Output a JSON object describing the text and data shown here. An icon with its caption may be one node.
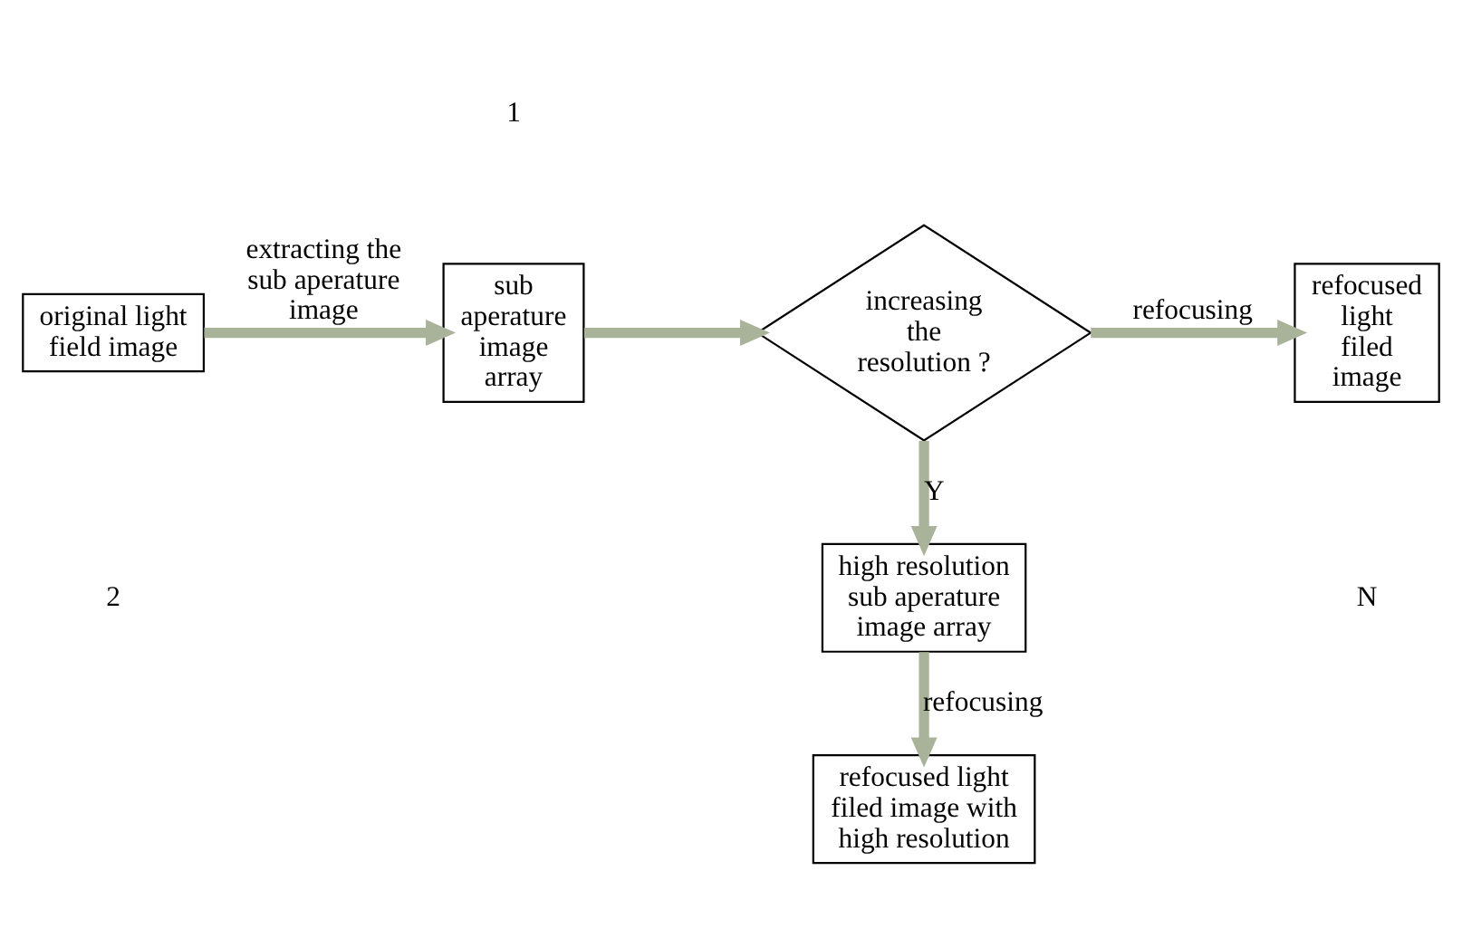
{
  "diagram": {
    "nodes": [
      {
        "text": [
          "original light field image"
        ]
      },
      {
        "text": [
          "sub aperature image array"
        ]
      },
      {
        "text": [
          "increasing the resolution ?"
        ]
      },
      {
        "text": [
          "refocused light filed image"
        ]
      },
      {
        "text": [
          "high resolution sub aperature image array"
        ]
      },
      {
        "text": [
          "refocused light filed image with high resolution"
        ]
      }
    ],
    "edges": [
      {
        "from": 0,
        "to": 1,
        "arrow": "to",
        "label": "extracting the sub aperature image"
      },
      {
        "from": 1,
        "to": 2,
        "arrow": "to"
      },
      {
        "from": 2,
        "to": 3,
        "arrow": "to",
        "label": "refocusing"
      },
      {
        "from": 2,
        "to": 4,
        "arrow": "to",
        "label": "Y"
      },
      {
        "from": 4,
        "to": 5,
        "arrow": "to",
        "label": "refocusing"
      }
    ],
    "labels": [
      "1",
      "N",
      "2"
    ]
  }
}
